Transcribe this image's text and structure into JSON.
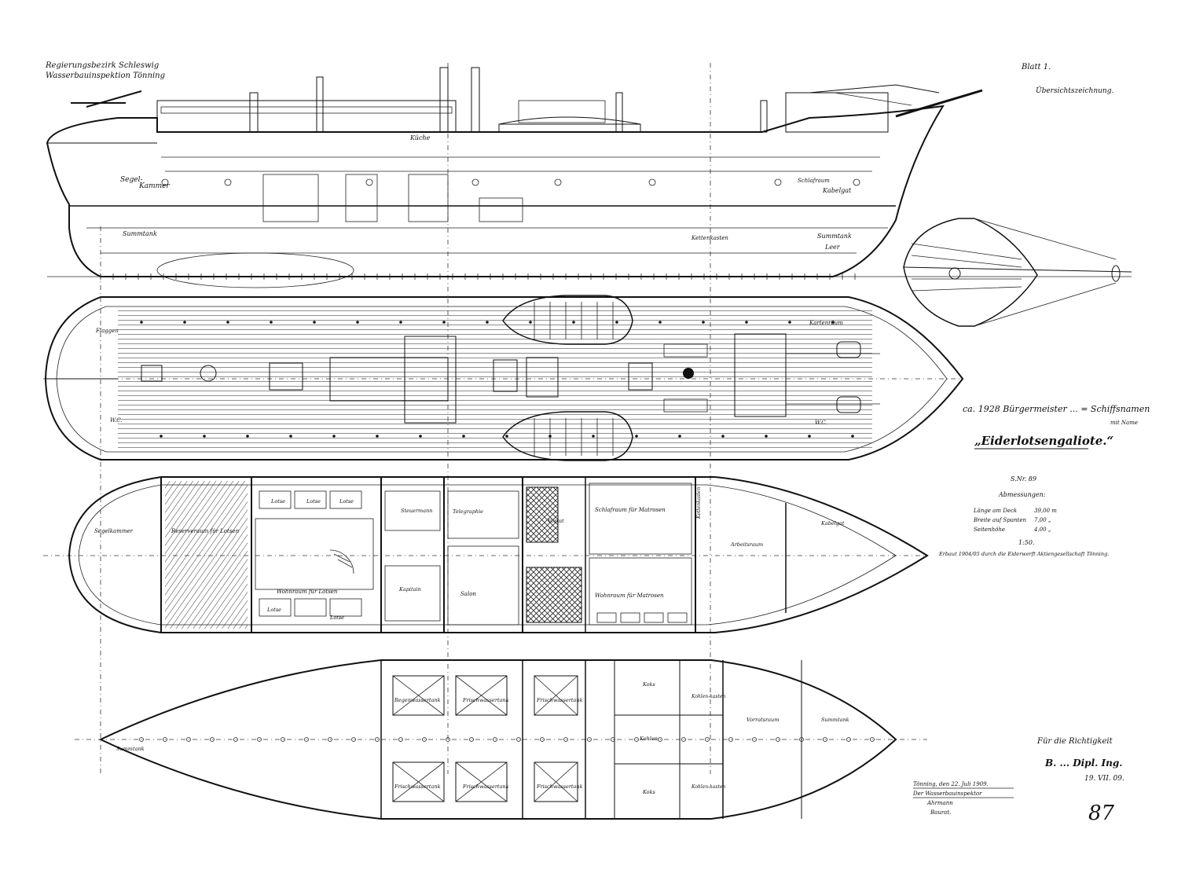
{
  "header": {
    "region_line1": "Regierungsbezirk Schleswig",
    "region_line2": "Wasserbauinspektion Tönning",
    "sheet": "Blatt 1.",
    "sheet_subtitle": "Übersichtszeichnung."
  },
  "title_block": {
    "note_handwritten": "ca. 1928 Bürgermeister ... = Schiffsnamen",
    "note_handwritten_2": "mit Name",
    "vessel_name": "„Eiderlotsengaliote.“",
    "sub": "S.Nr. 89",
    "dimensions_heading": "Abmessungen:",
    "dims": [
      {
        "label": "Länge am Deck",
        "value": "39,00 m"
      },
      {
        "label": "Breite auf Spanten",
        "value": "7,00 „"
      },
      {
        "label": "Seitenhöhe",
        "value": "4,00 „"
      }
    ],
    "scale": "1:50.",
    "built": "Erbaut 1904/05 durch die Eiderwerft Aktiengesellschaft Tönning."
  },
  "signature": {
    "line1": "Für die Richtigkeit",
    "line2": "B. ... Dipl. Ing.",
    "line3": "19. VII. 09."
  },
  "signoff": {
    "place_date": "Tönning, den 22. Juli 1909.",
    "office": "Der Wasserbauinspektor",
    "name": "Ahrmann",
    "rank": "Baurat."
  },
  "sheet_number": "87",
  "profile_labels": {
    "segel": "Segel-",
    "kammer": "Kammer",
    "kueche": "Küche",
    "kabelgat": "Kabelgat",
    "schlafraum": "Schlafraum",
    "kettenkasten": "Kettenkasten",
    "summtank_aft": "Summtank",
    "summtank_fwd": "Summtank",
    "leer": "Leer"
  },
  "deck_labels": {
    "flaggen": "Flaggen",
    "kartenraum": "Kartenraum",
    "we_aft": "W.C.",
    "we_fwd": "W.C."
  },
  "plan_labels": {
    "segelkammer": "Segelkammer",
    "reserveraum": "Reserveraum für Lotsen",
    "lotse_1": "Lotse",
    "lotse_2": "Lotse",
    "lotse_3": "Lotse",
    "lotse_4": "Lotse",
    "lotse_5": "Lotse",
    "wohnraum_lotsen": "Wohnraum für Lotsen",
    "steuermann": "Steuermann",
    "kapitaen": "Kapitain",
    "telegraphie": "Telegraphie",
    "salon": "Salon",
    "vorrat": "Vorrat",
    "schlafraum_matrosen": "Schlafraum für Matrosen",
    "wohnraum_matrosen": "Wohnraum für Matrosen",
    "arbeitsraum": "Arbeitsraum",
    "kabelgat": "Kabelgat",
    "kettenkasten": "Kettenkasten"
  },
  "hold_labels": {
    "regenwassertank": "Regenwassertank",
    "frischwassertank_1": "Frischwassertank",
    "frischwassertank_2": "Frischwassertank",
    "frischwassertank_3": "Frischwassertank",
    "frischwassertank_4": "Frischwassertank",
    "frischwassertank_5": "Frischwassertank",
    "koks_1": "Koks",
    "kohlen": "Kohlen",
    "koks_2": "Koks",
    "kohlenkasten_1": "Kohlen-kasten",
    "kohlenkasten_2": "Kohlen-kasten",
    "vorratsraum": "Vorratsraum",
    "summtank_fwd": "Summtank",
    "summtank_aft": "Summtank"
  }
}
